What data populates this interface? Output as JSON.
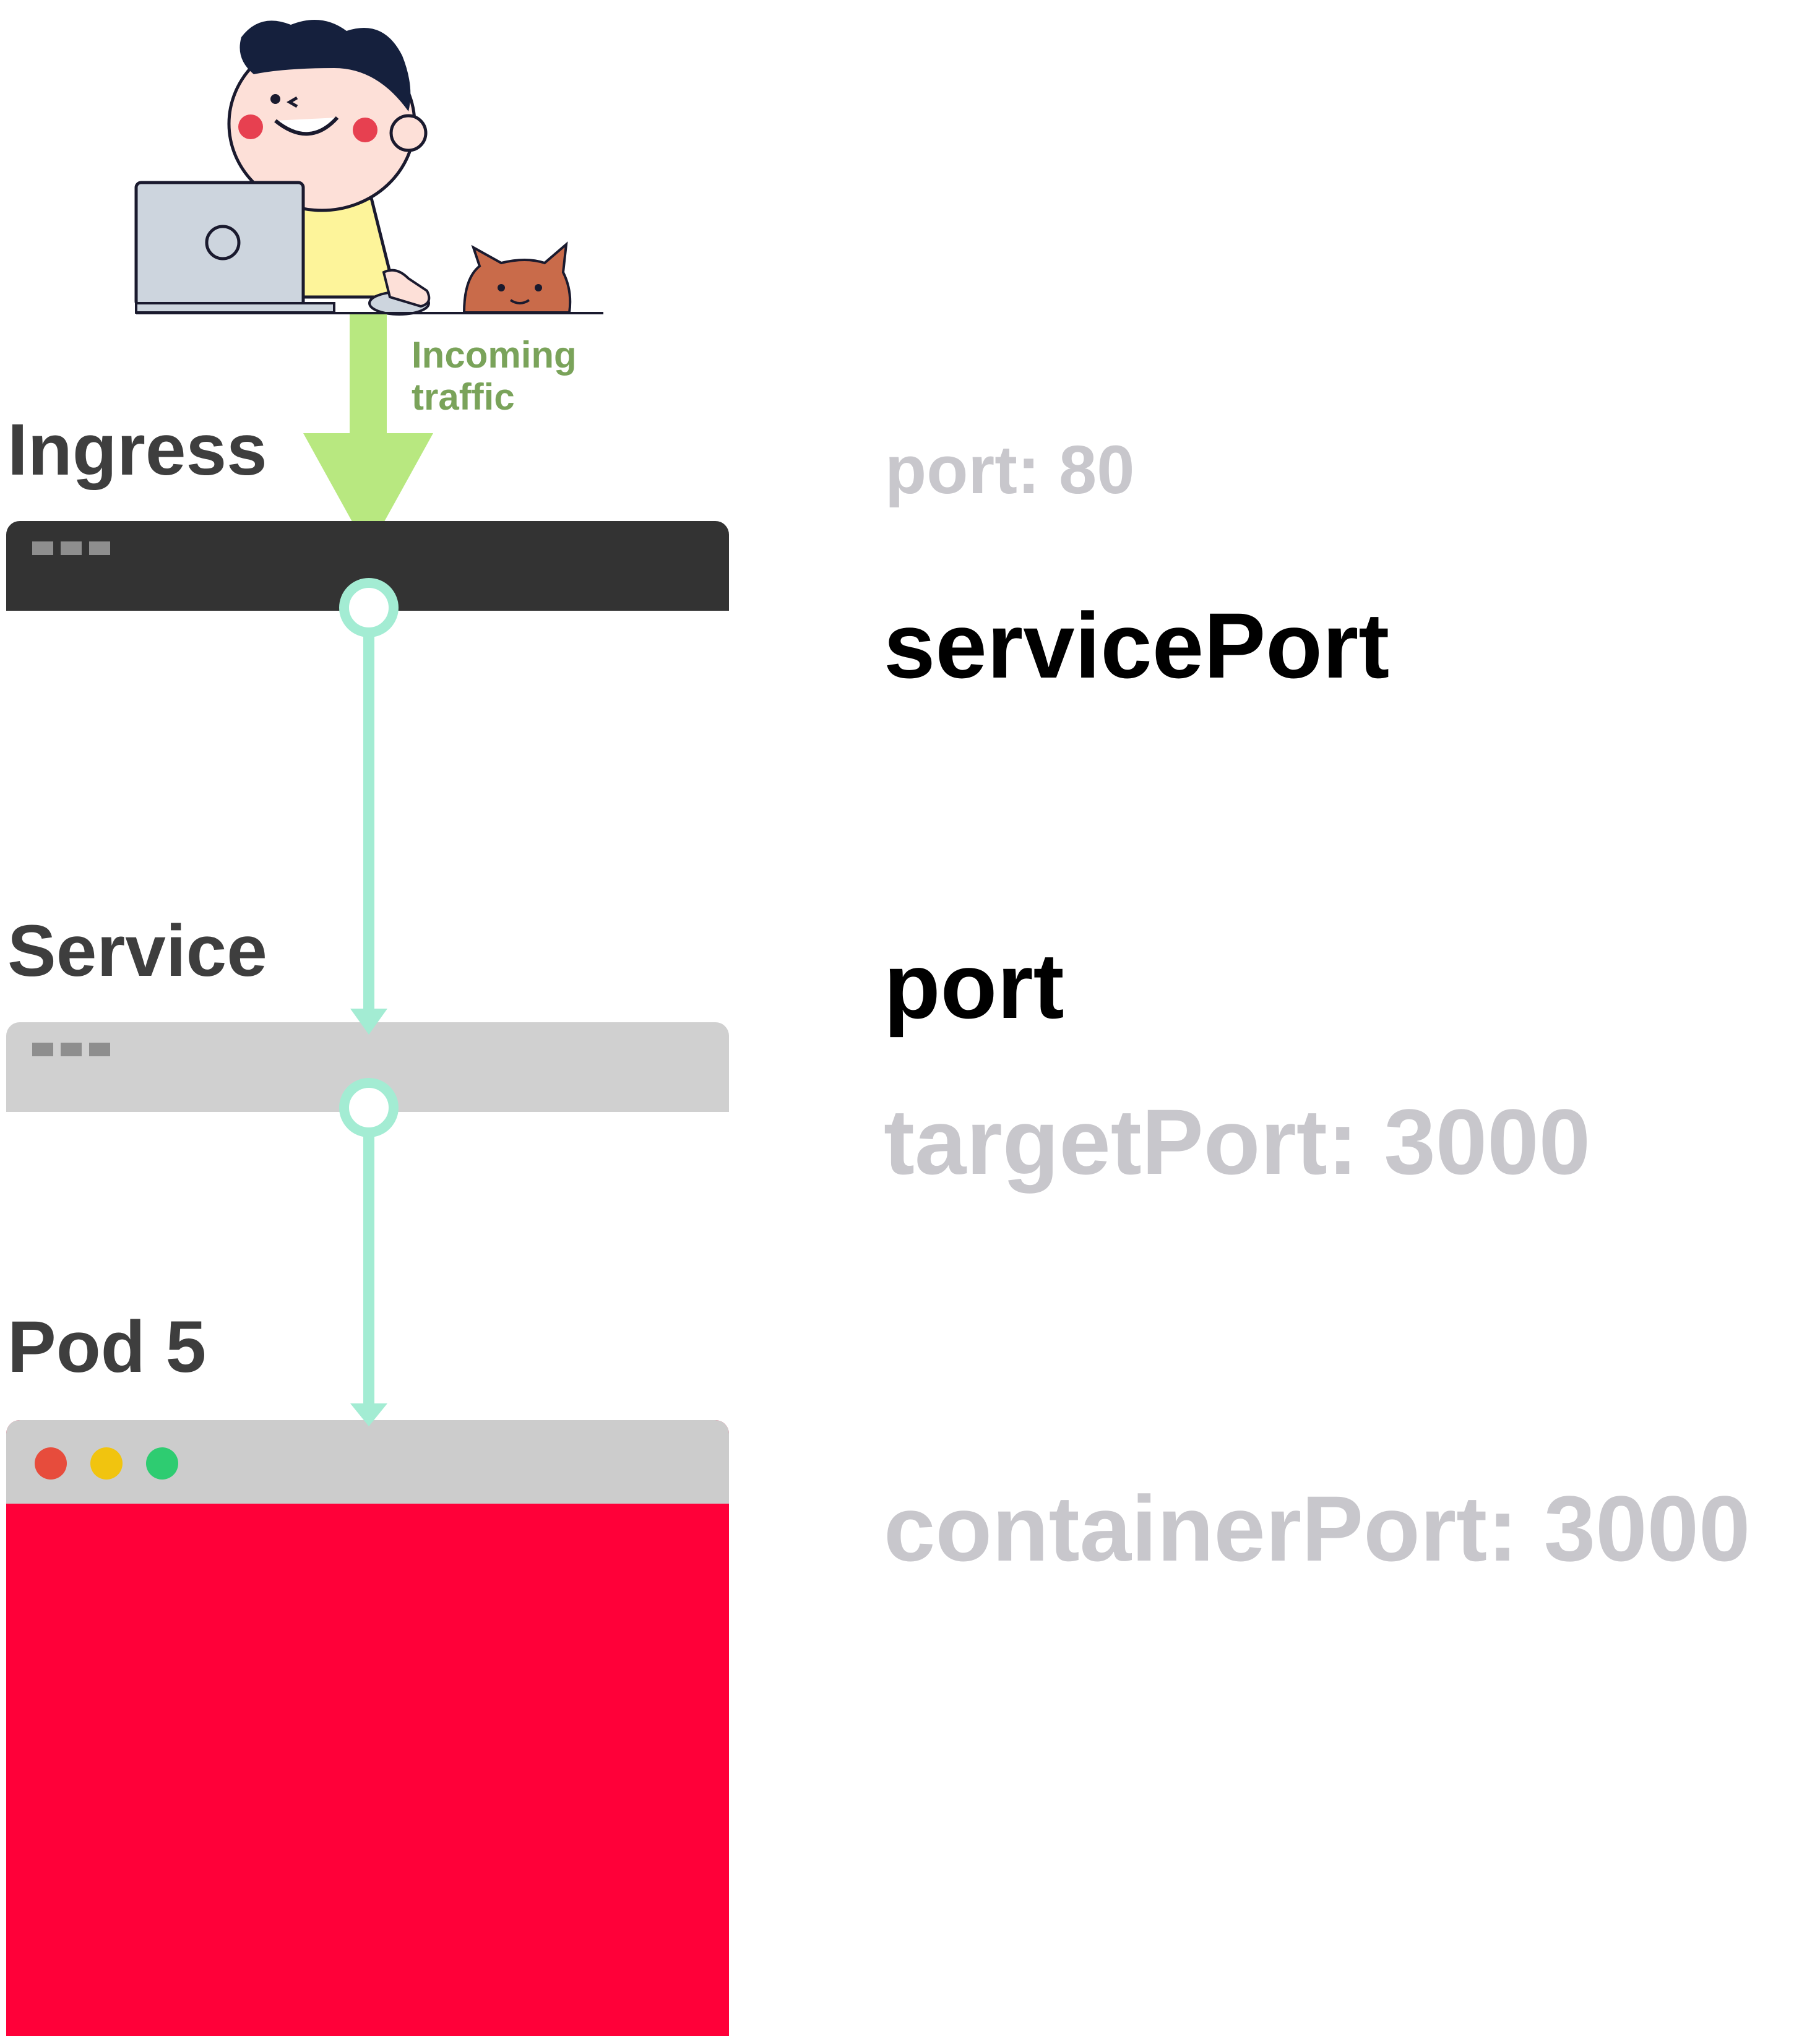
{
  "colors": {
    "ingress_bar": "#333333",
    "service_bar": "#d0d0d0",
    "pod_header": "#cccccc",
    "pod_body": "#ff0039",
    "connector": "#a3ecd3",
    "traffic_arrow": "#b8e880",
    "traffic_label": "#7aa35a",
    "section_text": "#3e3e3e",
    "active_text": "#000000",
    "inactive_text": "#c8c7cc"
  },
  "traffic": {
    "label_line1": "Incoming",
    "label_line2": "traffic"
  },
  "sections": {
    "ingress": {
      "title": "Ingress"
    },
    "service": {
      "title": "Service"
    },
    "pod": {
      "title": "Pod 5"
    }
  },
  "ports": {
    "ingress_port": "port: 80",
    "service_port": "servicePort",
    "port": "port",
    "target_port": "targetPort: 3000",
    "container_port": "containerPort: 3000"
  },
  "window_controls": {
    "close": "#e74c3c",
    "minimize": "#f1c40f",
    "maximize": "#2ecc71"
  },
  "icons": [
    "developer-illustration",
    "cat-icon",
    "laptop-icon",
    "traffic-arrow-icon"
  ]
}
